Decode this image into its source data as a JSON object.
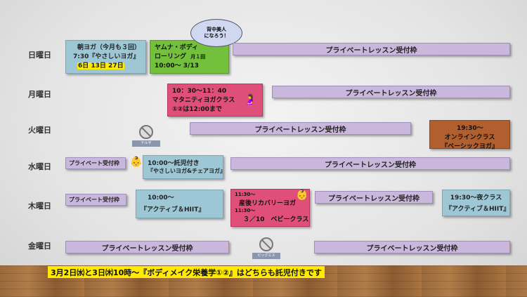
{
  "days": {
    "sun": "日曜日",
    "mon": "月曜日",
    "tue": "火曜日",
    "wed": "水曜日",
    "thu": "木曜日",
    "fri": "金曜日"
  },
  "sunday": {
    "morning_yoga_title": "朝ヨガ（今月も３回）",
    "morning_yoga_time": "7:30『やさしいヨガ』",
    "morning_yoga_dates": "6日 13日 27日",
    "yamuna_title": "ヤムナ・ボディ",
    "yamuna_sub": "ローリング",
    "yamuna_freq": "月１回",
    "yamuna_time": "10:00〜 3/13",
    "bubble": "背中美人\nになろう！",
    "private": "プライベートレッスン受付枠"
  },
  "monday": {
    "maternity_time": "10：30〜11：40",
    "maternity_title": "マタニティヨガクラス",
    "maternity_note": "①②は12:00まで",
    "private": "プライベートレッスン受付枠"
  },
  "tuesday": {
    "sign_label": "テルザ",
    "private": "プライベートレッスン受付枠",
    "online_time": "19:30〜",
    "online_title": "オンラインクラス",
    "online_sub": "『ベーシックヨガ』"
  },
  "wednesday": {
    "private_small": "プライベート受付枠",
    "class_time": "10:00〜託児付き",
    "class_title": "『やさしいヨガ&チェアヨガ』",
    "private": "プライベートレッスン受付枠"
  },
  "thursday": {
    "private_small": "プライベート受付枠",
    "active_time": "10:00〜",
    "active_title": "『アクティブ＆HIIT』",
    "postnatal_time": "11:30〜",
    "postnatal_title": "産後リカバリーヨガ",
    "baby_time": "11:30〜",
    "baby_title": "３／10　ベビークラス",
    "private": "プライベートレッスン受付枠",
    "night_time": "19:30〜夜クラス",
    "night_title": "『アクティブ＆HIIT』"
  },
  "friday": {
    "private_a": "プライベートレッスン受付枠",
    "sign_label": "ピッグエス",
    "private_b": "プライベートレッスン受付枠"
  },
  "notice": "3月2日㈬と3日㈭10時〜『ボディメイク栄養学①②』はどちらも託児付きです",
  "colors": {
    "purple": "#c9b7dc",
    "blue": "#9ec7d6",
    "green": "#73c03c",
    "pink": "#e04f79",
    "brown": "#b15f2f",
    "highlight": "#ffeb00"
  }
}
